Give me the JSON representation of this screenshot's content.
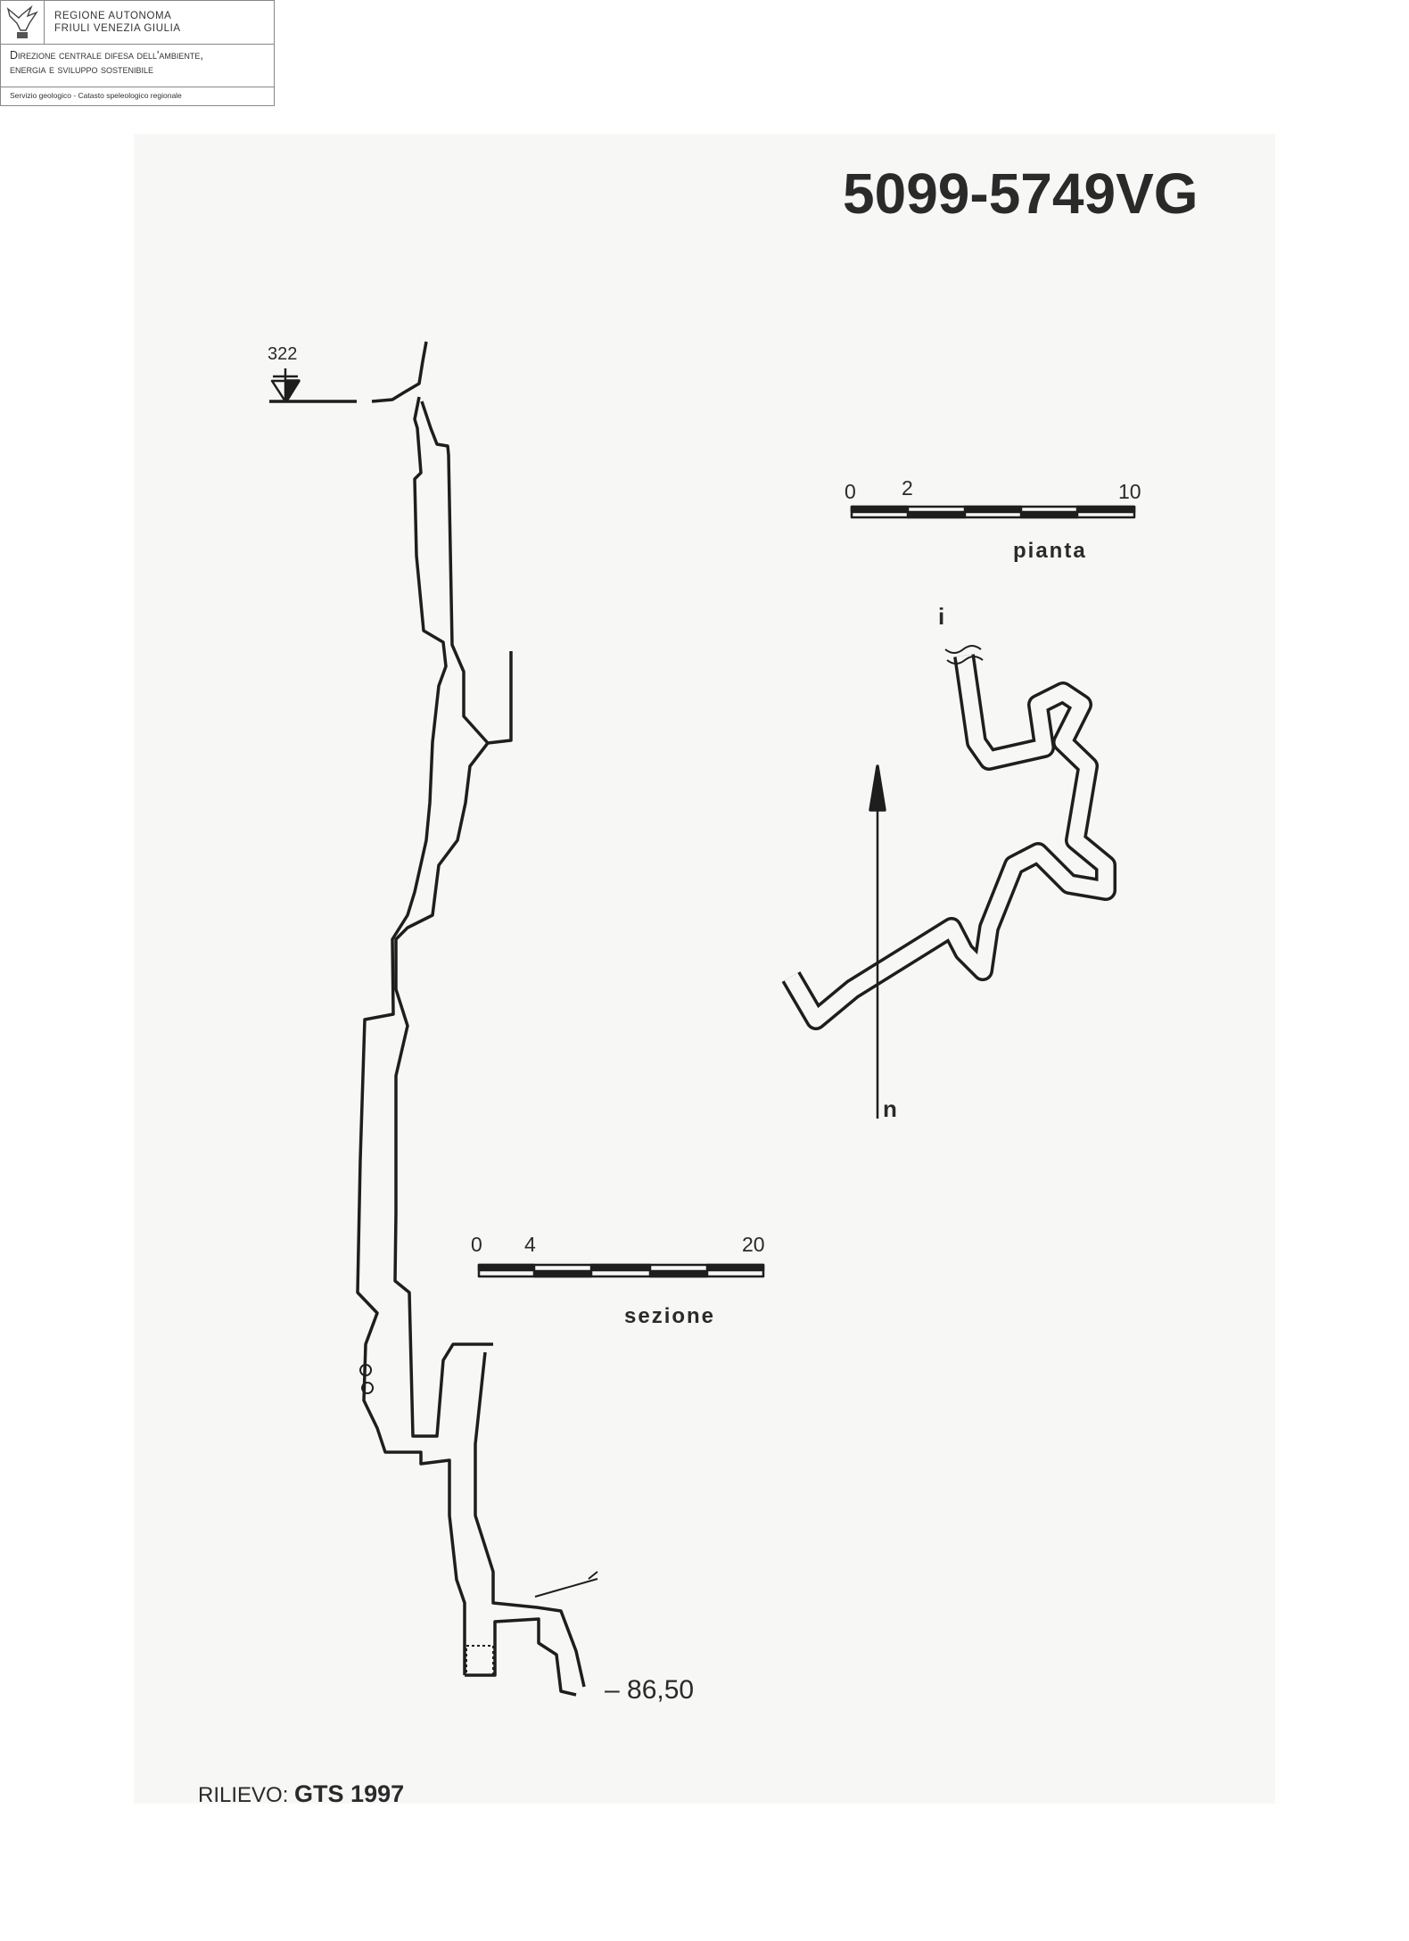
{
  "header": {
    "org_line1": "REGIONE AUTONOMA",
    "org_line2": "FRIULI VENEZIA GIULIA",
    "dept_line1": "Direzione centrale difesa dell'ambiente,",
    "dept_line2": "energia e sviluppo sostenibile",
    "service": "Servizio geologico - Catasto speleologico regionale"
  },
  "survey": {
    "cave_id": "5099-5749VG",
    "entrance_altitude": "322",
    "depth": "– 86,50",
    "credit_label": "RILIEVO:",
    "credit_value": "GTS 1997",
    "plan_scale": {
      "labels": [
        "0",
        "2",
        "10"
      ],
      "title": "pianta"
    },
    "section_scale": {
      "labels": [
        "0",
        "4",
        "20"
      ],
      "title": "sezione"
    },
    "entrance_marker": "i",
    "north_label": "n"
  }
}
